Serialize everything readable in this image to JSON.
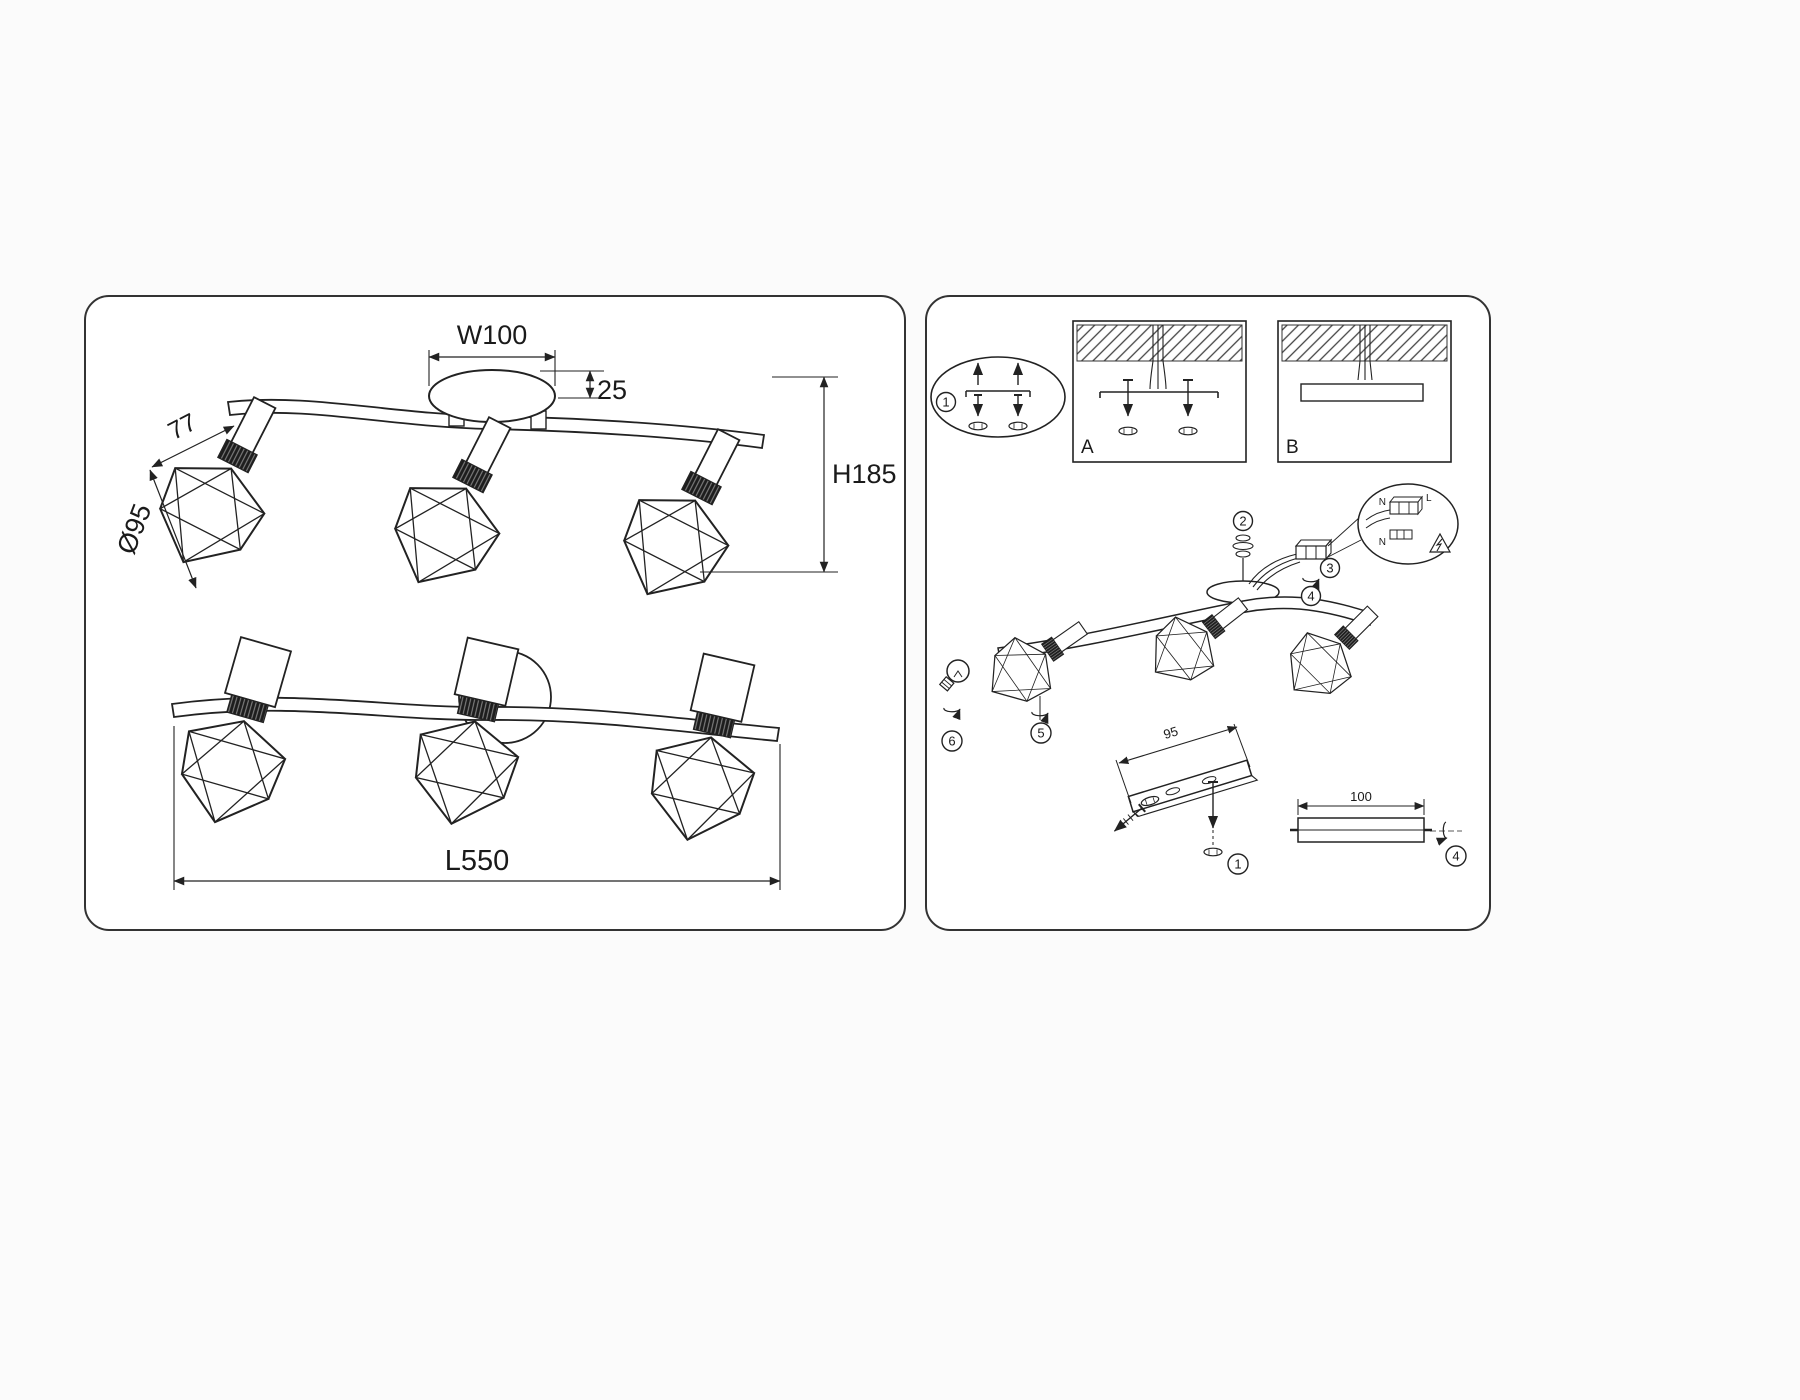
{
  "colors": {
    "ink": "#1a1a1a",
    "paper": "#ffffff",
    "canvas": "#fbfbfb"
  },
  "left_panel": {
    "dims": {
      "canopy_width": "W100",
      "canopy_height": "25",
      "shade_width": "77",
      "shade_diameter": "Ø95",
      "fixture_height": "H185",
      "fixture_length": "L550"
    }
  },
  "right_panel": {
    "options": {
      "a": "A",
      "b": "B"
    },
    "wiring": {
      "n1": "N",
      "l1": "L",
      "n2": "N"
    },
    "dims": {
      "bracket": "95",
      "plate": "100"
    },
    "steps": {
      "s1": "1",
      "s2": "2",
      "s3": "3",
      "s4": "4",
      "s5": "5",
      "s6": "6"
    }
  }
}
